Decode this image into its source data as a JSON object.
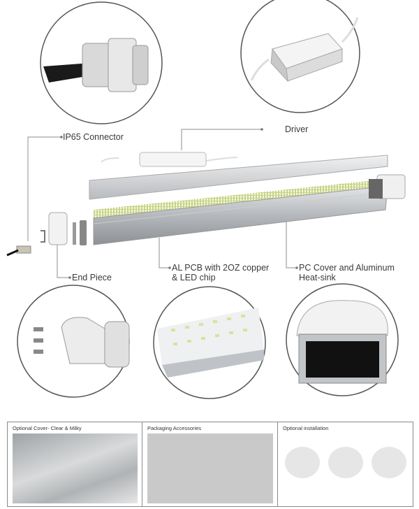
{
  "callouts": {
    "ip65_connector": "IP65 Connector",
    "driver": "Driver",
    "end_piece": "End Piece",
    "al_pcb_line1": "AL PCB with 2OZ copper",
    "al_pcb_line2": "& LED chip",
    "pc_cover_line1": "PC Cover and Aluminum",
    "pc_cover_line2": "Heat-sink"
  },
  "panels": [
    {
      "title": "Optional Cover- Clear & Milky"
    },
    {
      "title": "Packaging Accessories"
    },
    {
      "title": "Optional installation"
    }
  ],
  "colors": {
    "line": "#8c8c8c",
    "circle": "#555555",
    "aluminum": "#b9bcc0",
    "led": "#d8e6a0"
  }
}
